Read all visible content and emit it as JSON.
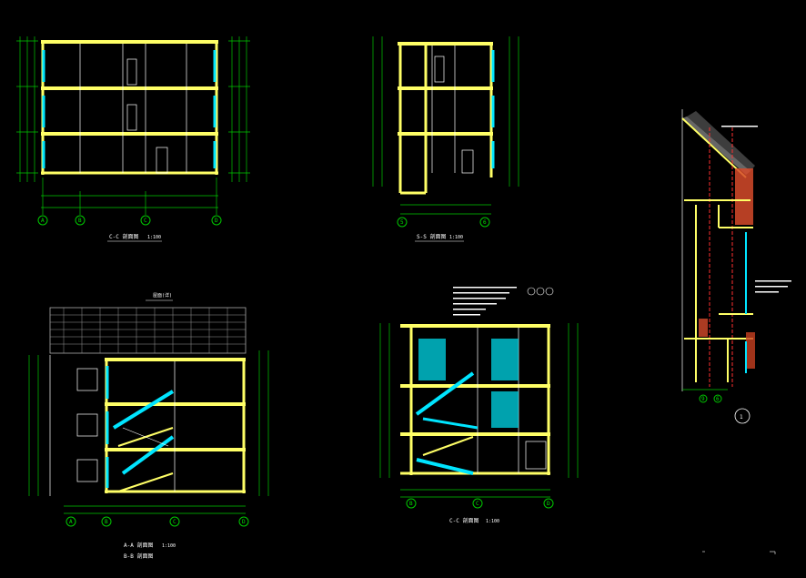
{
  "drawings": {
    "section_ce": {
      "title": "C-C 剖面图",
      "scale": "1:100",
      "axes": [
        "A",
        "B",
        "C",
        "D"
      ]
    },
    "section_ss": {
      "title": "S-S 剖面图",
      "scale": "1:100",
      "axes": [
        "5",
        "6"
      ]
    },
    "section_aa": {
      "title": "A-A 剖面图",
      "title2": "B-B 剖面图",
      "scale": "1:100",
      "axes": [
        "A",
        "B",
        "C",
        "D"
      ],
      "roof_label": "屋面(详)"
    },
    "section_ee": {
      "title": "C-C 剖面图",
      "scale": "1:100",
      "axes": [
        "B",
        "C",
        "D"
      ]
    },
    "detail_1": {
      "axes": [
        "9",
        "6"
      ],
      "detail_no": "1"
    }
  },
  "colors": {
    "background": "#000000",
    "dimension": "#00c800",
    "wall": "#ffff66",
    "window": "#00e5ff",
    "annotation": "#ffffff",
    "detail_line": "#ff3030"
  }
}
